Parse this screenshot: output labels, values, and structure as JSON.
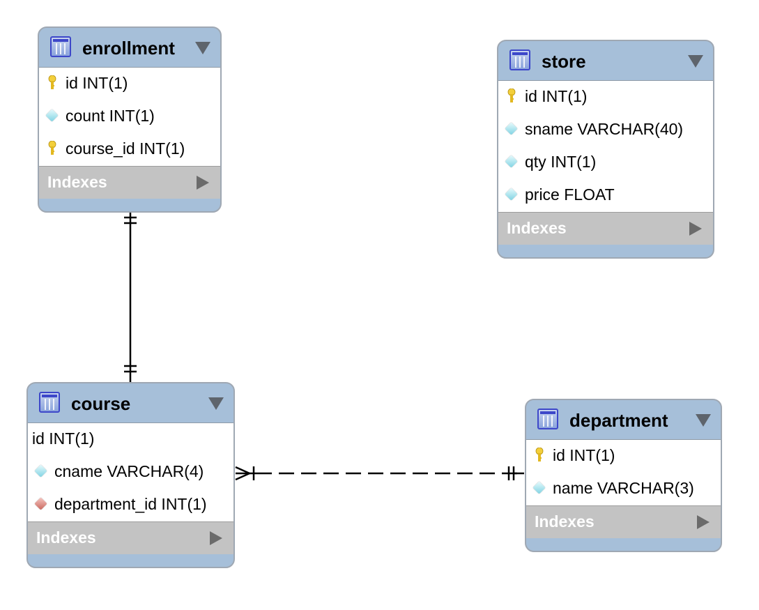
{
  "tables": {
    "enrollment": {
      "name": "enrollment",
      "columns": [
        {
          "icon": "primary-key-icon",
          "text": "id INT(1)"
        },
        {
          "icon": "attribute-diamond-icon",
          "text": "count INT(1)"
        },
        {
          "icon": "primary-key-icon",
          "text": "course_id INT(1)"
        }
      ],
      "indexes_label": "Indexes"
    },
    "store": {
      "name": "store",
      "columns": [
        {
          "icon": "primary-key-icon",
          "text": "id INT(1)"
        },
        {
          "icon": "attribute-diamond-icon",
          "text": "sname VARCHAR(40)"
        },
        {
          "icon": "attribute-diamond-icon",
          "text": "qty INT(1)"
        },
        {
          "icon": "attribute-diamond-icon",
          "text": "price FLOAT"
        }
      ],
      "indexes_label": "Indexes"
    },
    "course": {
      "name": "course",
      "columns": [
        {
          "icon": "",
          "text": "id INT(1)"
        },
        {
          "icon": "attribute-diamond-icon",
          "text": "cname VARCHAR(4)"
        },
        {
          "icon": "foreign-key-diamond-icon",
          "text": "department_id INT(1)"
        }
      ],
      "indexes_label": "Indexes"
    },
    "department": {
      "name": "department",
      "columns": [
        {
          "icon": "primary-key-icon",
          "text": "id INT(1)"
        },
        {
          "icon": "attribute-diamond-icon",
          "text": "name VARCHAR(3)"
        }
      ],
      "indexes_label": "Indexes"
    }
  },
  "relationships": [
    {
      "from": "enrollment",
      "to": "course",
      "style": "solid",
      "from_end": "one-and-only-one",
      "to_end": "one-and-only-one"
    },
    {
      "from": "course",
      "to": "department",
      "style": "dashed",
      "from_end": "one-or-many",
      "to_end": "one-and-only-one"
    }
  ],
  "colors": {
    "header_bg": "#a6bfd9",
    "indexes_bg": "#c3c3c3",
    "border": "#9fa8b3",
    "table_icon": "#3d47c9"
  }
}
